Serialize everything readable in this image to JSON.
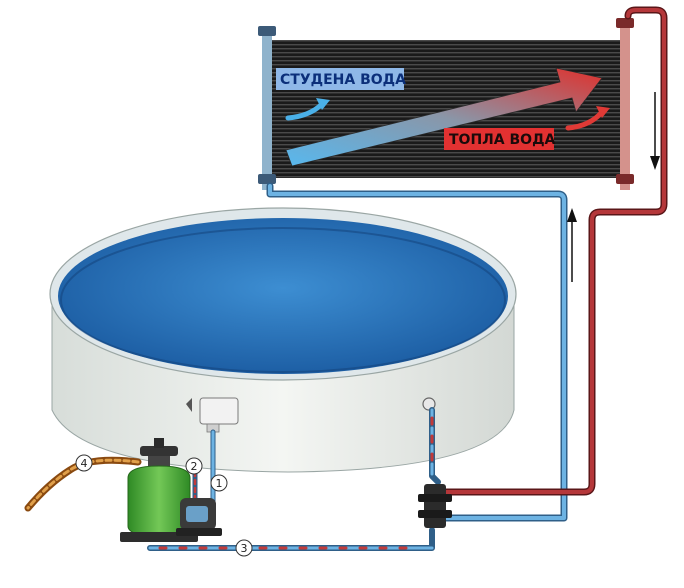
{
  "labels": {
    "cold_water": "СТУДЕНА ВОДА",
    "hot_water": "ТОПЛА ВОДА"
  },
  "markers": [
    "1",
    "2",
    "3",
    "4"
  ],
  "colors": {
    "cold_pipe": "#3f8fc8",
    "hot_pipe": "#a8262b",
    "pool_water": "#1f6fb8",
    "cold_label_bg": "#8fb8e8",
    "hot_label_bg": "#e23131",
    "filter": "#4caa37",
    "panel": "#222222"
  }
}
